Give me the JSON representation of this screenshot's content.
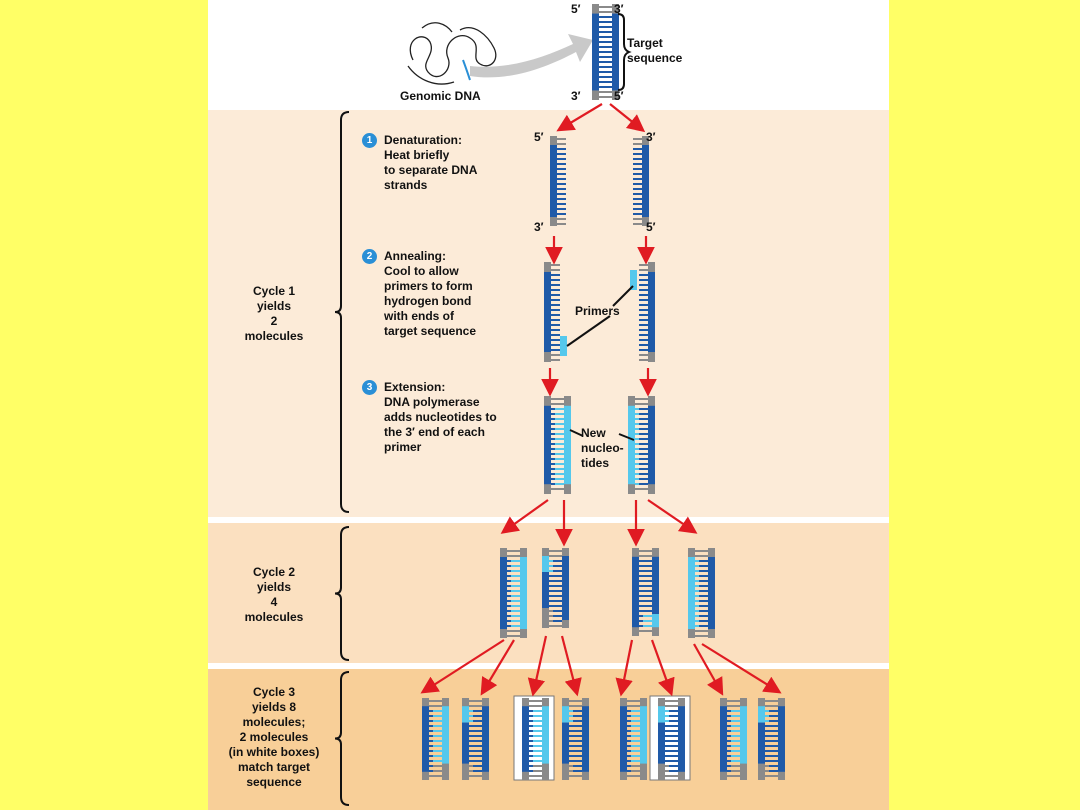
{
  "colors": {
    "background": "#ffff66",
    "cycle1_band": "#fcebd8",
    "cycle2_band": "#fbe0c0",
    "cycle3_band": "#f8cf98",
    "dna_blue": "#1f5aa8",
    "new_nucleotide_cyan": "#55c8ec",
    "arrow_red": "#e01b22",
    "backbone_gray": "#8a8a8a"
  },
  "top": {
    "genomic_dna": "Genomic DNA",
    "target_sequence_line1": "Target",
    "target_sequence_line2": "sequence",
    "five_prime": "5′",
    "three_prime": "3′"
  },
  "cycle1": {
    "label_lines": [
      "Cycle 1",
      "yields",
      "2",
      "molecules"
    ],
    "step1": {
      "number": "1",
      "title": "Denaturation:",
      "lines": [
        "Heat briefly",
        "to separate DNA",
        "strands"
      ]
    },
    "step2": {
      "number": "2",
      "title": "Annealing:",
      "lines": [
        "Cool to allow",
        "primers to form",
        "hydrogen bond",
        "with ends of",
        "target sequence"
      ]
    },
    "step3": {
      "number": "3",
      "title": "Extension:",
      "lines": [
        "DNA polymerase",
        "adds nucleotides to",
        "the 3′ end of each",
        "primer"
      ]
    },
    "primers": "Primers",
    "new_nucleotides_lines": [
      "New",
      "nucleo-",
      "tides"
    ],
    "five_prime": "5′",
    "three_prime": "3′"
  },
  "cycle2": {
    "label_lines": [
      "Cycle 2",
      "yields",
      "4",
      "molecules"
    ]
  },
  "cycle3": {
    "label_lines": [
      "Cycle 3",
      "yields 8",
      "molecules;",
      "2 molecules",
      "(in white boxes)",
      "match target",
      "sequence"
    ]
  }
}
